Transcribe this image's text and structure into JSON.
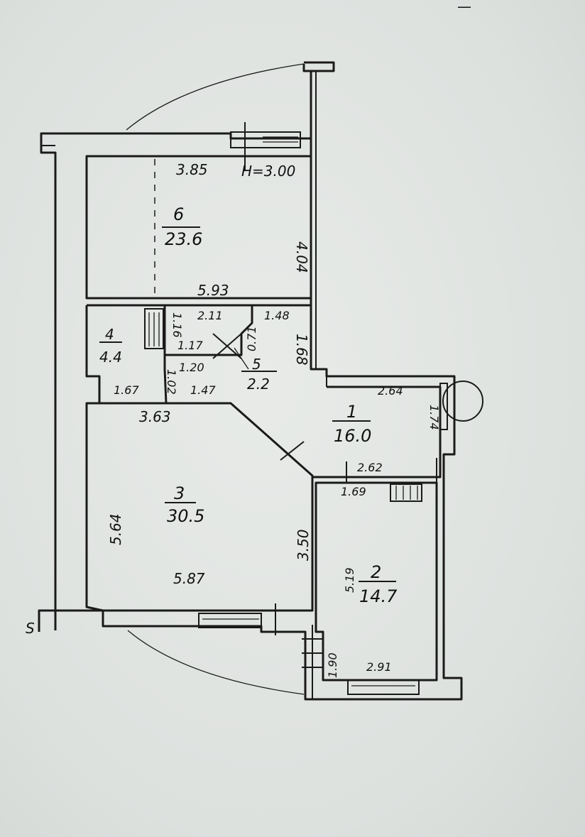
{
  "ceiling_height": "H=3.00",
  "rooms": [
    {
      "number": "1",
      "area": "16.0"
    },
    {
      "number": "2",
      "area": "14.7"
    },
    {
      "number": "3",
      "area": "30.5"
    },
    {
      "number": "4",
      "area": "4.4"
    },
    {
      "number": "5",
      "area": "2.2"
    },
    {
      "number": "6",
      "area": "23.6"
    }
  ],
  "dimensions": {
    "r6_top": "3.85",
    "r6_right": "4.04",
    "r6_bottom": "5.93",
    "corr_top_a": "2.11",
    "corr_top_b": "1.48",
    "corr_v_a": "1.16",
    "corr_v_b": "0.71",
    "corr_right": "1.68",
    "corr_mid_a": "1.17",
    "corr_mid_b": "1.20",
    "corr_v_c": "1.02",
    "corr_low_a": "1.67",
    "corr_low_b": "1.47",
    "r3_top": "3.63",
    "r3_left": "5.64",
    "r3_right": "3.50",
    "r3_bottom": "5.87",
    "r1_top": "2.64",
    "r1_right": "1.74",
    "r1_bottom": "2.62",
    "r2_top": "1.69",
    "r2_left": "5.19",
    "r2_bottom": "2.91",
    "r2_low_left": "1.90"
  },
  "marks": {
    "left_edge": "S",
    "top_right": "—"
  }
}
